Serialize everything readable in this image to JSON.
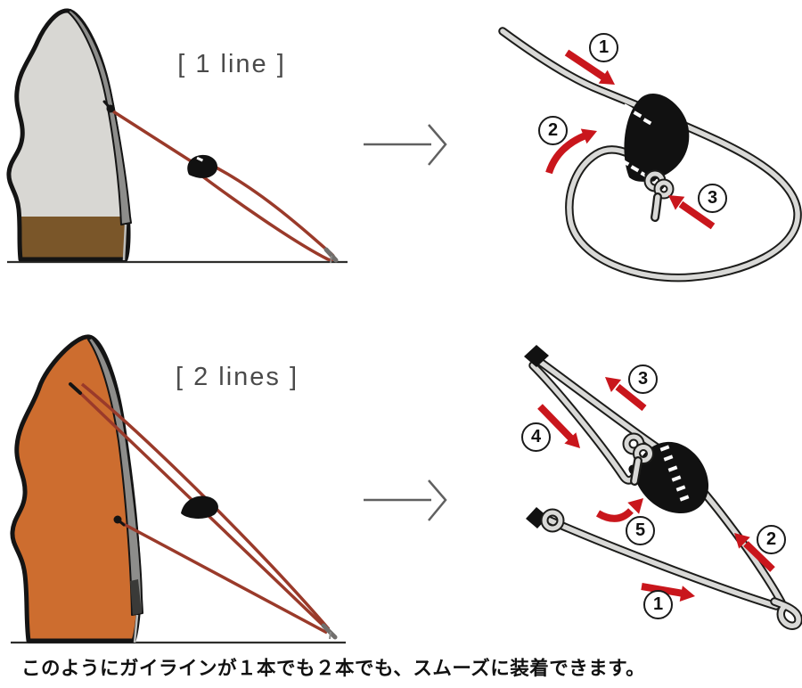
{
  "caption": "このようにガイラインが１本でも２本でも、スムーズに装着できます。",
  "panels": {
    "one_line_scene": {
      "title": "[ 1 line ]"
    },
    "two_lines_scene": {
      "title": "[ 2 lines ]"
    },
    "one_line_detail": {
      "steps": [
        "1",
        "2",
        "3"
      ]
    },
    "two_lines_detail": {
      "steps": [
        "1",
        "2",
        "3",
        "4",
        "5"
      ]
    }
  },
  "colors": {
    "arrow_red": "#c9161c",
    "rope_gray": "#d9d9d7",
    "rope_outline": "#1c1c1a",
    "guy_line_red": "#9a3a2a",
    "tent_gray": "#d8d7d3",
    "tent_orange": "#cd6d2f",
    "tent_skirt_brown": "#7a5629",
    "edge_strip_gray": "#8d8d8b",
    "title_gray": "#4a4a4a",
    "text_black": "#111111"
  }
}
